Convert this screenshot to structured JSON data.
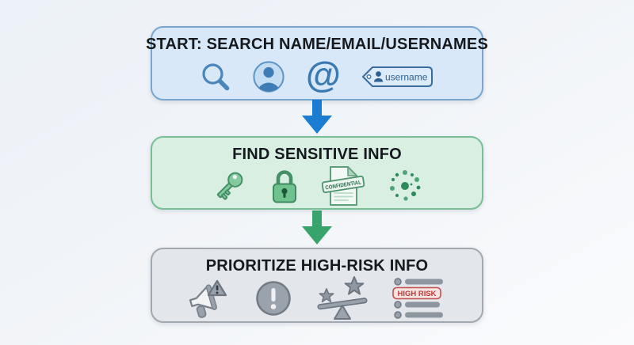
{
  "diagram": {
    "name": "osint-search-flow",
    "background": {
      "top_color": "#ecf1f7",
      "bottom_color": "#fafbfd"
    },
    "steps": [
      {
        "title": "START: SEARCH NAME/EMAIL/USERNAMES",
        "fill": "#d9e8f8",
        "border": "#79a6ce",
        "title_color": "#16191d",
        "icons": [
          {
            "name": "search-icon"
          },
          {
            "name": "user-avatar-icon"
          },
          {
            "name": "at-symbol-icon",
            "glyph": "@"
          },
          {
            "name": "username-tag-icon",
            "label": "username",
            "label_color": "#2d6093"
          }
        ]
      },
      {
        "title": "FIND SENSITIVE INFO",
        "fill": "#d9efe2",
        "border": "#77bf94",
        "title_color": "#16191d",
        "icons": [
          {
            "name": "key-icon"
          },
          {
            "name": "padlock-icon"
          },
          {
            "name": "confidential-document-icon",
            "label": "CONFIDENTIAL",
            "label_color": "#2f6b4c"
          },
          {
            "name": "data-dots-icon"
          }
        ]
      },
      {
        "title": "PRIORITIZE HIGH-RISK INFO",
        "fill": "#e3e6ea",
        "border": "#a2a8af",
        "title_color": "#16191d",
        "icons": [
          {
            "name": "megaphone-alert-icon"
          },
          {
            "name": "exclamation-circle-icon"
          },
          {
            "name": "risk-balance-icon"
          },
          {
            "name": "high-risk-list-icon",
            "label": "HIGH RISK",
            "badge_text_color": "#c13a36",
            "badge_fill": "#f7e3e2",
            "badge_border": "#c4514d"
          }
        ]
      }
    ],
    "connectors": [
      {
        "name": "arrow-search-to-sensitive",
        "color": "#1b7dd2"
      },
      {
        "name": "arrow-sensitive-to-prioritize",
        "color": "#37a56b"
      }
    ]
  }
}
